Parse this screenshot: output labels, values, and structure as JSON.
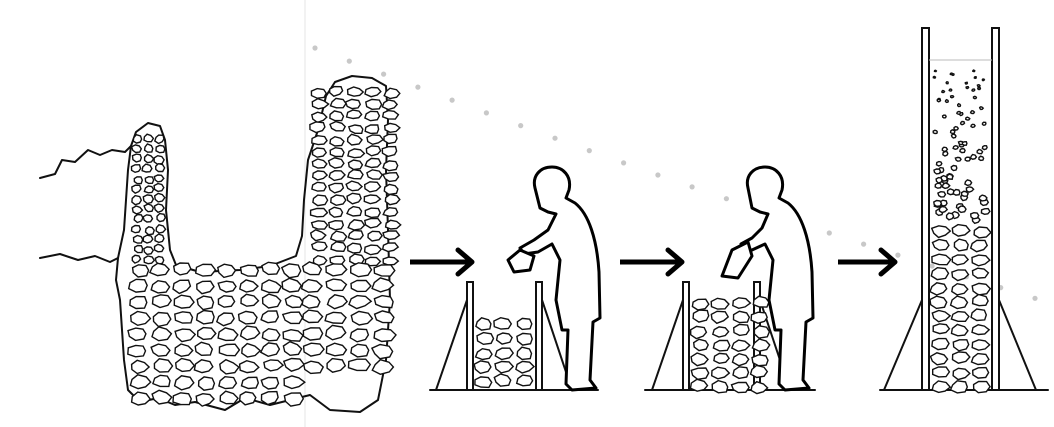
{
  "figure": {
    "panels": [
      {
        "id": "ruined-wall",
        "caption": ""
      },
      {
        "id": "filling-lower-course",
        "caption": ""
      },
      {
        "id": "filling-upper-course",
        "caption": ""
      },
      {
        "id": "finished-column",
        "caption": ""
      }
    ],
    "arrows": 3,
    "colors": {
      "ink": "#000000",
      "background": "#ffffff",
      "dots": "#c8c8c8"
    }
  }
}
